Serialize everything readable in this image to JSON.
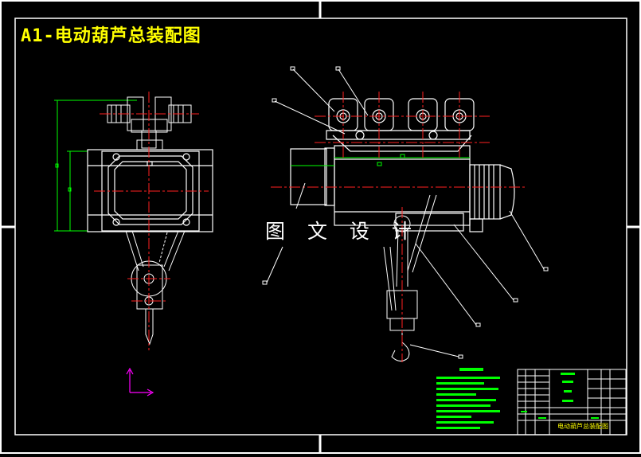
{
  "title": "A1-电动葫芦总装配图",
  "watermark": "图 文 设 计",
  "title_block": {
    "drawing_name": "电动葫芦总装配图"
  },
  "colors": {
    "background": "#000000",
    "frame": "#ffffff",
    "title": "#ffff00",
    "centerline": "#ff2020",
    "hidden_line": "#00ff00",
    "notes": "#00ff00",
    "ucs_icon": "#ff00ff"
  },
  "icons": [
    "ucs-axis-icon"
  ]
}
